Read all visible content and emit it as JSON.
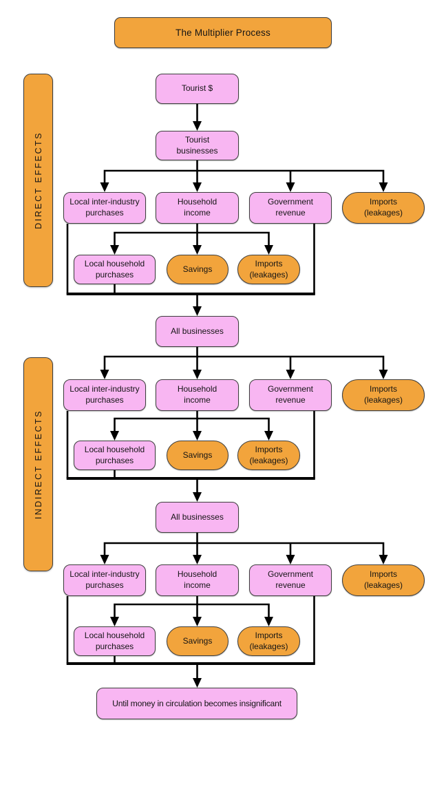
{
  "title": "The Multiplier Process",
  "side_labels": {
    "direct": "DIRECT EFFECTS",
    "indirect": "INDIRECT EFFECTS"
  },
  "nodes": {
    "tourist_dollar": "Tourist $",
    "tourist_businesses": "Tourist businesses",
    "local_inter_industry": "Local inter-industry purchases",
    "household_income": "Household income",
    "government_revenue": "Government revenue",
    "imports_leakages": "Imports (leakages)",
    "local_household_purchases": "Local household purchases",
    "savings": "Savings",
    "all_businesses": "All businesses",
    "terminal": "Until money in circulation becomes insignificant"
  },
  "colors": {
    "orange": "#F2A43C",
    "pink": "#F8B6F2",
    "line": "#000000",
    "text": "#141414",
    "background": "#FFFFFF"
  }
}
